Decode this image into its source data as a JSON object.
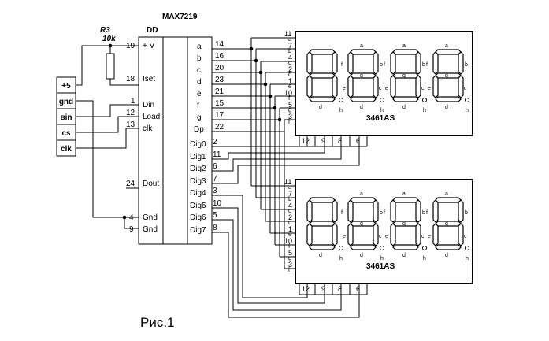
{
  "chip": {
    "name": "MAX7219",
    "designator": "DD",
    "left_pins": [
      {
        "num": "19",
        "label": "+ V"
      },
      {
        "num": "18",
        "label": "Iset"
      },
      {
        "num": "1",
        "label": "Din"
      },
      {
        "num": "12",
        "label": "Load"
      },
      {
        "num": "13",
        "label": "clk"
      },
      {
        "num": "24",
        "label": "Dout"
      },
      {
        "num": "4",
        "label": "Gnd"
      },
      {
        "num": "9",
        "label": "Gnd"
      }
    ],
    "right_pins": [
      {
        "num": "14",
        "label": "a"
      },
      {
        "num": "16",
        "label": "b"
      },
      {
        "num": "20",
        "label": "c"
      },
      {
        "num": "23",
        "label": "d"
      },
      {
        "num": "21",
        "label": "e"
      },
      {
        "num": "15",
        "label": "f"
      },
      {
        "num": "17",
        "label": "g"
      },
      {
        "num": "22",
        "label": "Dp"
      },
      {
        "num": "2",
        "label": "Dig0"
      },
      {
        "num": "11",
        "label": "Dig1"
      },
      {
        "num": "6",
        "label": "Dig2"
      },
      {
        "num": "7",
        "label": "Dig3"
      },
      {
        "num": "3",
        "label": "Dig4"
      },
      {
        "num": "10",
        "label": "Dig5"
      },
      {
        "num": "5",
        "label": "Dig6"
      },
      {
        "num": "8",
        "label": "Dig7"
      }
    ]
  },
  "resistor": {
    "designator": "R3",
    "value": "10k"
  },
  "connector": [
    "+5",
    "gnd",
    "вin",
    "cs",
    "clk"
  ],
  "display": {
    "name": "3461AS",
    "seg_labels": [
      "a",
      "b",
      "c",
      "d",
      "e",
      "f",
      "g",
      "h"
    ],
    "seg_pins": [
      "11",
      "7",
      "4",
      "2",
      "1",
      "10",
      "5",
      "3"
    ],
    "digit_pins": [
      "12",
      "9",
      "8",
      "6"
    ],
    "inner": {
      "a": "a",
      "b": "b",
      "c": "c",
      "d": "d",
      "e": "e",
      "f": "f",
      "g": "g",
      "h": "h"
    }
  },
  "caption": "Рис.1"
}
